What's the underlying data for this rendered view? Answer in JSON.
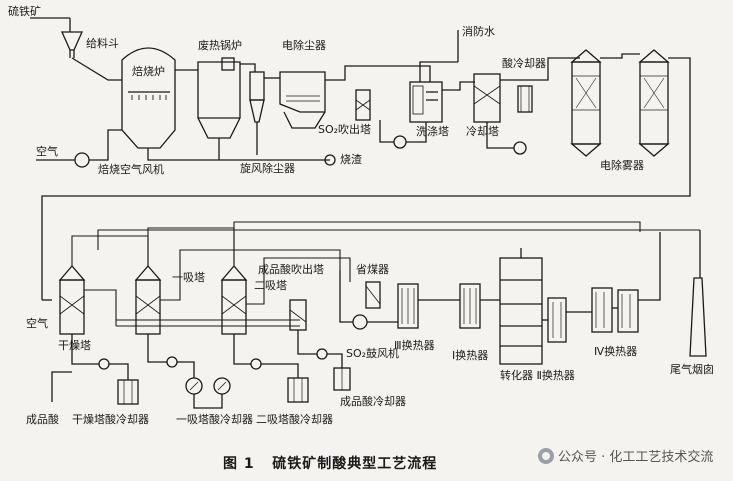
{
  "caption": {
    "figure_no": "图 1",
    "title": "硫铁矿制酸典型工艺流程"
  },
  "watermark": "公众号 · 化工工艺技术交流",
  "labels": {
    "pyrite": "硫铁矿",
    "feed_hopper": "给料斗",
    "roaster": "焙烧炉",
    "waste_heat_boiler": "废热锅炉",
    "esp": "电除尘器",
    "fire_water": "消防水",
    "acid_cooler": "酸冷却器",
    "air_top": "空气",
    "roaster_air_fan": "焙烧空气风机",
    "cyclone": "旋风除尘器",
    "cinder": "烧渣",
    "so2_stripper": "SO₂吹出塔",
    "washing_tower": "洗涤塔",
    "cooling_tower": "冷却塔",
    "mist_esp": "电除雾器",
    "product_stripper": "成品酸吹出塔",
    "economizer": "省煤器",
    "first_absorber": "一吸塔",
    "second_absorber": "二吸塔",
    "air_bottom": "空气",
    "drying_tower": "干燥塔",
    "so2_blower": "SO₂鼓风机",
    "hx3": "Ⅲ换热器",
    "hx1": "Ⅰ换热器",
    "converter_hx2": "转化器 Ⅱ换热器",
    "hx4": "Ⅳ换热器",
    "stack": "尾气烟囱",
    "product_acid_cooler": "成品酸冷却器",
    "product_acid": "成品酸",
    "dry_acid_cooler": "干燥塔酸冷却器",
    "abs1_acid_cooler": "一吸塔酸冷却器",
    "abs2_acid_cooler": "二吸塔酸冷却器"
  }
}
